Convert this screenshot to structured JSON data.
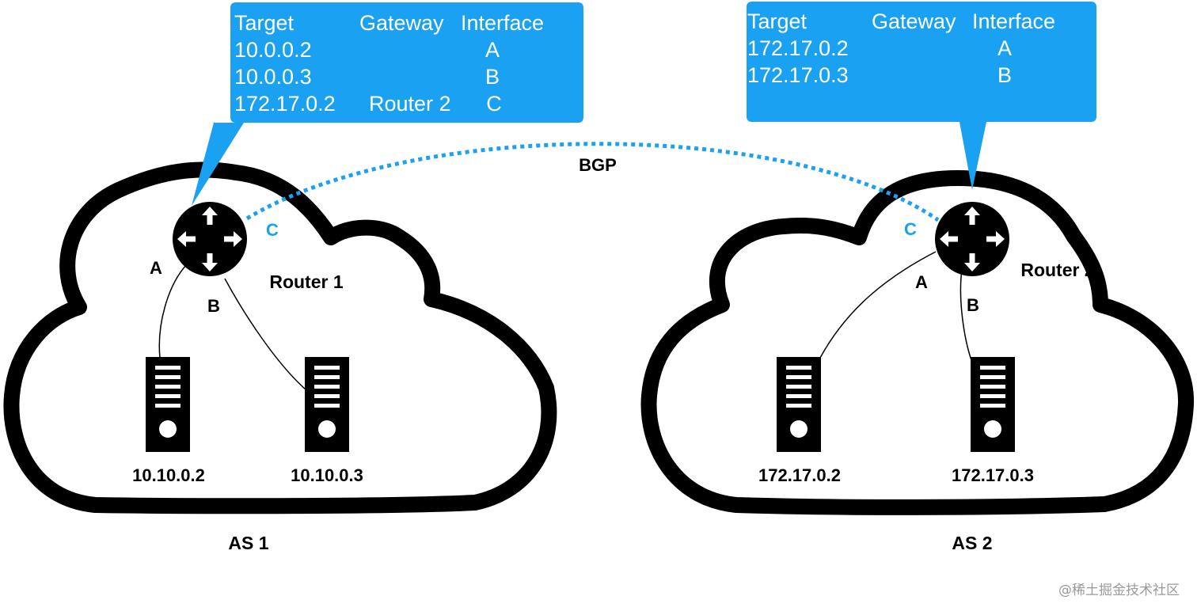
{
  "colors": {
    "callout": "#1ba1f2",
    "bgp_link": "#1ba1f2",
    "cloud_outline": "#000000",
    "callout_text": "#ffffff"
  },
  "link_label": "BGP",
  "as1": {
    "label": "AS 1",
    "router_label": "Router 1",
    "interfaces": {
      "a": "A",
      "b": "B",
      "c": "C"
    },
    "hosts": [
      "10.10.0.2",
      "10.10.0.3"
    ],
    "routing_table": {
      "headers": [
        "Target",
        "Gateway",
        "Interface"
      ],
      "rows": [
        [
          "10.0.0.2",
          "",
          "A"
        ],
        [
          "10.0.0.3",
          "",
          "B"
        ],
        [
          "172.17.0.2",
          "Router 2",
          "C"
        ]
      ]
    }
  },
  "as2": {
    "label": "AS 2",
    "router_label": "Router 2",
    "interfaces": {
      "a": "A",
      "b": "B",
      "c": "C"
    },
    "hosts": [
      "172.17.0.2",
      "172.17.0.3"
    ],
    "routing_table": {
      "headers": [
        "Target",
        "Gateway",
        "Interface"
      ],
      "rows": [
        [
          "172.17.0.2",
          "",
          "A"
        ],
        [
          "172.17.0.3",
          "",
          "B"
        ]
      ]
    }
  },
  "watermark": "@稀土掘金技术社区"
}
